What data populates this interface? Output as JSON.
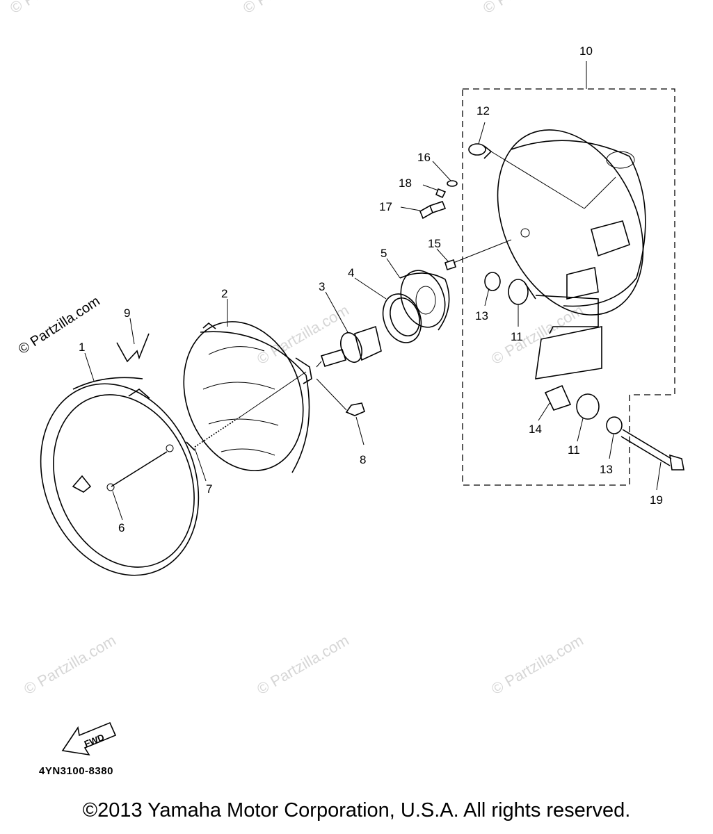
{
  "diagram": {
    "callouts": [
      "1",
      "2",
      "3",
      "4",
      "5",
      "6",
      "7",
      "8",
      "9",
      "10",
      "11",
      "11",
      "12",
      "13",
      "13",
      "14",
      "15",
      "16",
      "17",
      "18",
      "19"
    ],
    "fwd_label": "FWD",
    "watermark": "© Partzilla.com",
    "diagram_code": "4YN3100-8380",
    "copyright": "©2013 Yamaha Motor Corporation, U.S.A. All rights reserved."
  }
}
